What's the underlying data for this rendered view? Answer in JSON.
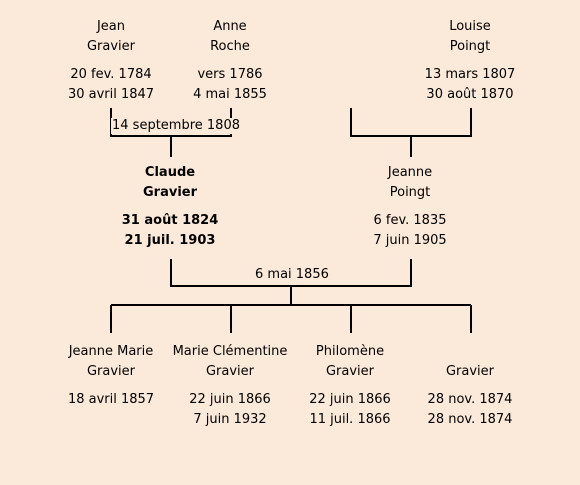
{
  "people": {
    "jean": {
      "first": "Jean",
      "last": "Gravier",
      "birth": "20 fev. 1784",
      "death": "30 avril 1847"
    },
    "anne": {
      "first": "Anne",
      "last": "Roche",
      "birth": "vers 1786",
      "death": "4 mai 1855"
    },
    "louise": {
      "first": "Louise",
      "last": "Poingt",
      "birth": "13 mars 1807",
      "death": "30 août 1870"
    },
    "claude": {
      "first": "Claude",
      "last": "Gravier",
      "birth": "31 août 1824",
      "death": "21 juil. 1903"
    },
    "jeanne": {
      "first": "Jeanne",
      "last": "Poingt",
      "birth": "6 fev. 1835",
      "death": "7 juin 1905"
    },
    "jeanneMarie": {
      "first": "Jeanne Marie",
      "last": "Gravier",
      "birth": "18 avril 1857",
      "death": ""
    },
    "marie": {
      "first": "Marie Clémentine",
      "last": "Gravier",
      "birth": "22 juin 1866",
      "death": "7 juin 1932"
    },
    "philomene": {
      "first": "Philomène",
      "last": "Gravier",
      "birth": "22 juin 1866",
      "death": "11 juil. 1866"
    },
    "gravier4": {
      "first": "",
      "last": "Gravier",
      "birth": "28 nov. 1874",
      "death": "28 nov. 1874"
    }
  },
  "marriages": {
    "jeanAnne": "14 septembre 1808",
    "claudeJeanne": "6 mai 1856"
  },
  "colors": {
    "background": "#fbe9d9",
    "line": "#000000",
    "text": "#000000"
  }
}
